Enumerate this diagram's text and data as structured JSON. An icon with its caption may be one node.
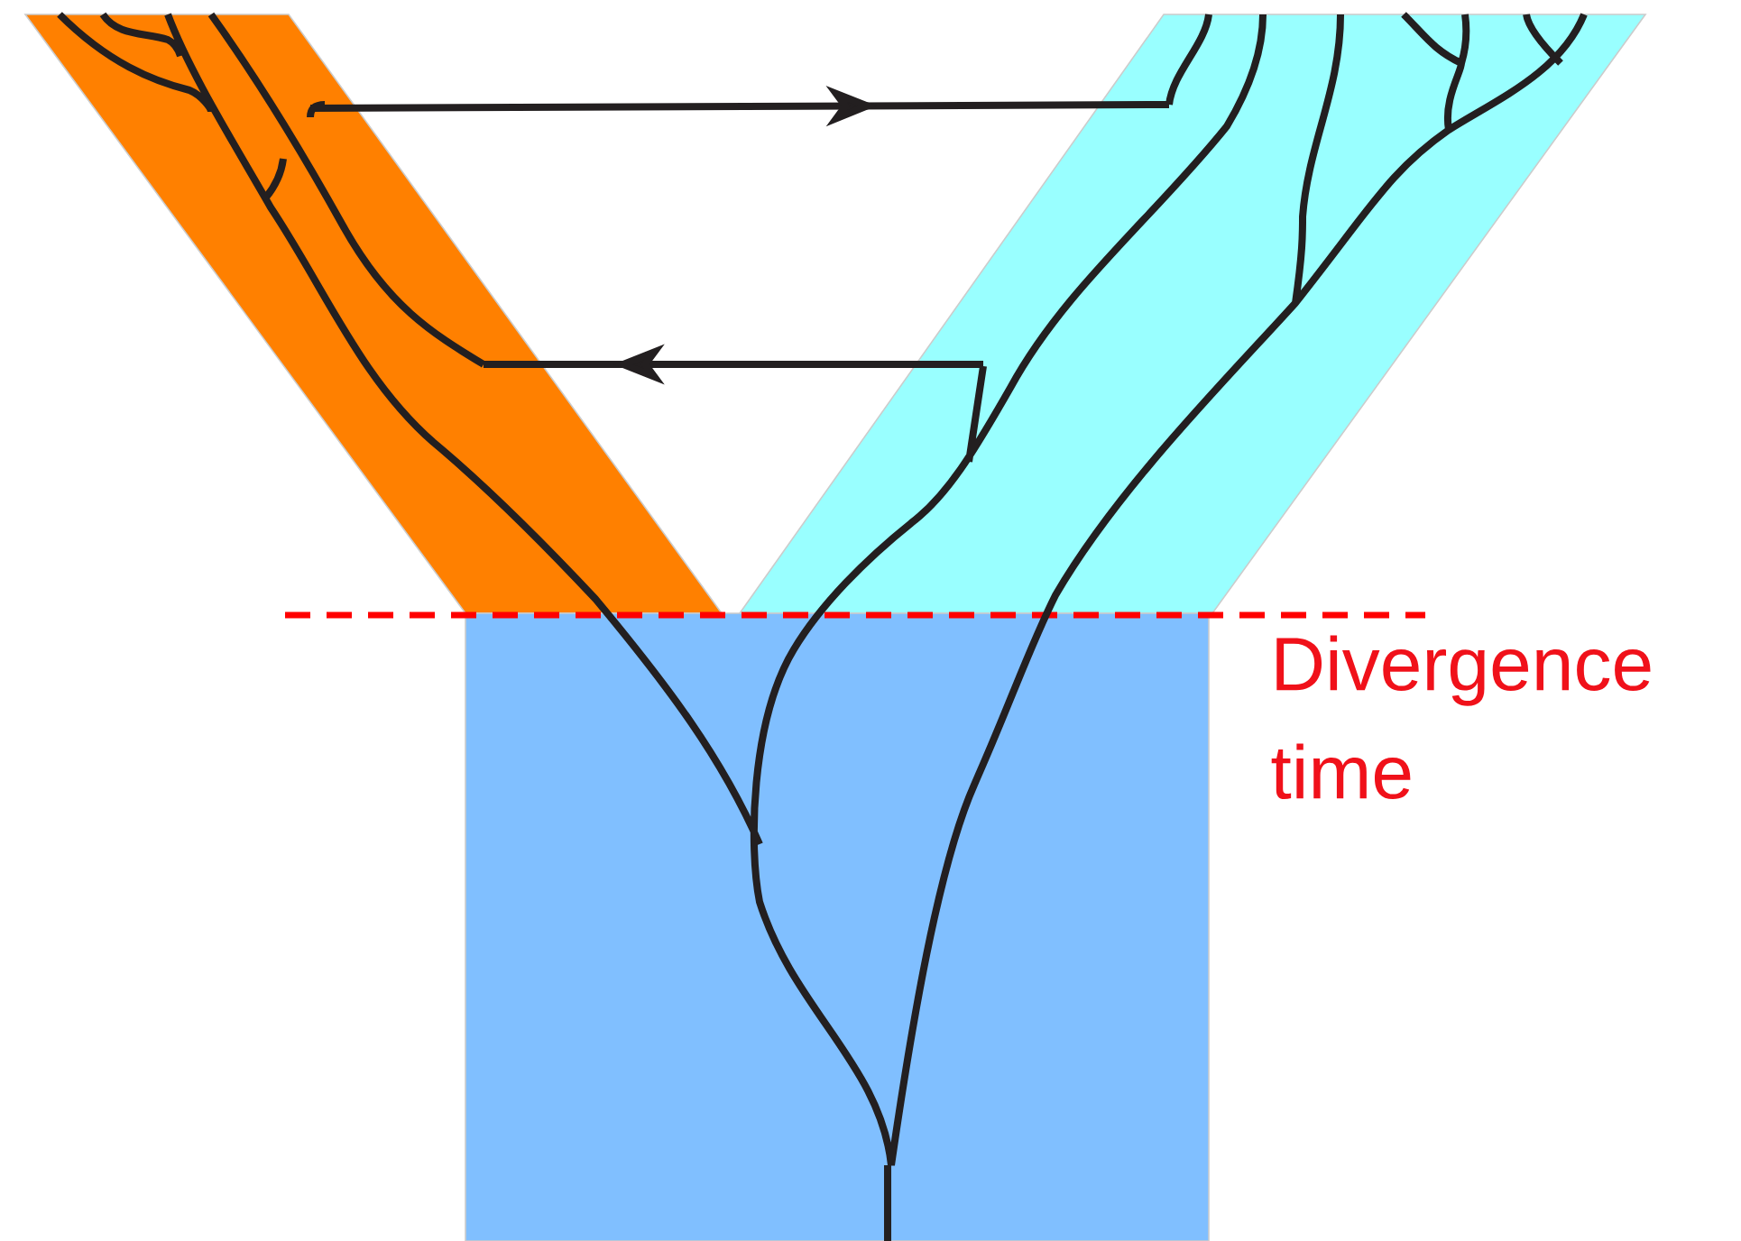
{
  "diagram": {
    "nodes": [
      {
        "text": [],
        "shape": "bar"
      },
      {
        "text": [],
        "shape": "bar"
      },
      {
        "text": [],
        "shape": "box"
      }
    ],
    "edges": [
      {
        "from": 0,
        "to": 1,
        "arrow": "to"
      },
      {
        "from": 1,
        "to": 0,
        "arrow": "to"
      }
    ],
    "labels": [
      "Divergence time"
    ]
  }
}
